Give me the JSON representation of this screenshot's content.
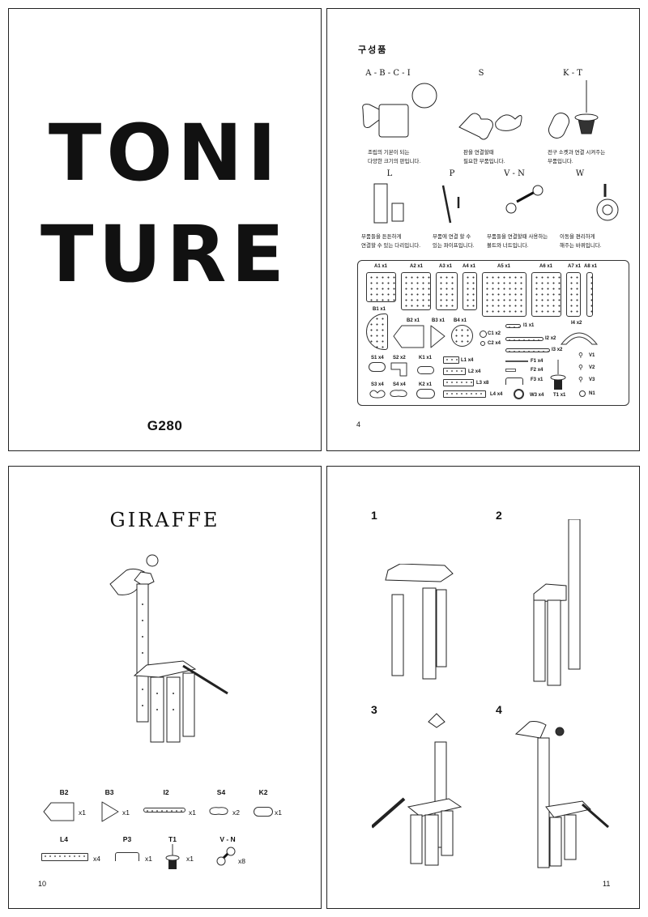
{
  "cover": {
    "logo_line1": "TONI",
    "logo_line2": "TURE",
    "model": "G280"
  },
  "components_page": {
    "title": "구성품",
    "page_number": "4",
    "categories": [
      {
        "name": "A - B - C - I",
        "desc1": "조립의 기본이 되는",
        "desc2": "다양한 크기의 판입니다."
      },
      {
        "name": "S",
        "desc1": "판을 연결할때",
        "desc2": "필요한 부품입니다."
      },
      {
        "name": "K - T",
        "desc1": "전구 소켓과 연결 시켜주는",
        "desc2": "부품입니다."
      },
      {
        "name": "L",
        "desc1": "부품들을 튼튼하게",
        "desc2": "연결할 수 있는 다리입니다."
      },
      {
        "name": "P",
        "desc1": "부품에 연결 할 수",
        "desc2": "있는 파이프입니다."
      },
      {
        "name": "V - N",
        "desc1": "부품들을 연결할때 사용하는",
        "desc2": "볼트와 너트입니다."
      },
      {
        "name": "W",
        "desc1": "이동을 편리하게",
        "desc2": "해주는 바퀴입니다."
      }
    ],
    "parts": [
      {
        "id": "A1",
        "qty": "x1"
      },
      {
        "id": "A2",
        "qty": "x1"
      },
      {
        "id": "A3",
        "qty": "x1"
      },
      {
        "id": "A4",
        "qty": "x1"
      },
      {
        "id": "A5",
        "qty": "x1"
      },
      {
        "id": "A6",
        "qty": "x1"
      },
      {
        "id": "A7",
        "qty": "x1"
      },
      {
        "id": "A8",
        "qty": "x1"
      },
      {
        "id": "B1",
        "qty": "x1"
      },
      {
        "id": "B2",
        "qty": "x1"
      },
      {
        "id": "B3",
        "qty": "x1"
      },
      {
        "id": "B4",
        "qty": "x1"
      },
      {
        "id": "C1",
        "qty": "x2"
      },
      {
        "id": "C2",
        "qty": "x4"
      },
      {
        "id": "I1",
        "qty": "x1"
      },
      {
        "id": "I2",
        "qty": "x2"
      },
      {
        "id": "I3",
        "qty": "x2"
      },
      {
        "id": "I4",
        "qty": "x2"
      },
      {
        "id": "S1",
        "qty": "x4"
      },
      {
        "id": "S2",
        "qty": "x2"
      },
      {
        "id": "K1",
        "qty": "x1"
      },
      {
        "id": "S3",
        "qty": "x4"
      },
      {
        "id": "S4",
        "qty": "x4"
      },
      {
        "id": "K2",
        "qty": "x1"
      },
      {
        "id": "L1",
        "qty": "x4"
      },
      {
        "id": "L2",
        "qty": "x4"
      },
      {
        "id": "L3",
        "qty": "x8"
      },
      {
        "id": "L4",
        "qty": "x4"
      },
      {
        "id": "F1",
        "qty": "x4"
      },
      {
        "id": "F2",
        "qty": "x4"
      },
      {
        "id": "F3",
        "qty": "x1"
      },
      {
        "id": "W3",
        "qty": "x4"
      },
      {
        "id": "T1",
        "qty": "x1"
      },
      {
        "id": "V1",
        "qty": ""
      },
      {
        "id": "V2",
        "qty": ""
      },
      {
        "id": "V3",
        "qty": ""
      },
      {
        "id": "N1",
        "qty": ""
      }
    ]
  },
  "giraffe_page": {
    "title": "GIRAFFE",
    "page_number": "10",
    "parts": [
      {
        "id": "B2",
        "qty": "x1"
      },
      {
        "id": "B3",
        "qty": "x1"
      },
      {
        "id": "I2",
        "qty": "x1"
      },
      {
        "id": "S4",
        "qty": "x2"
      },
      {
        "id": "K2",
        "qty": "x1"
      },
      {
        "id": "L4",
        "qty": "x4"
      },
      {
        "id": "P3",
        "qty": "x1"
      },
      {
        "id": "T1",
        "qty": "x1"
      },
      {
        "id": "V - N",
        "qty": "x8"
      }
    ]
  },
  "steps_page": {
    "page_number": "11",
    "steps": [
      "1",
      "2",
      "3",
      "4"
    ]
  }
}
